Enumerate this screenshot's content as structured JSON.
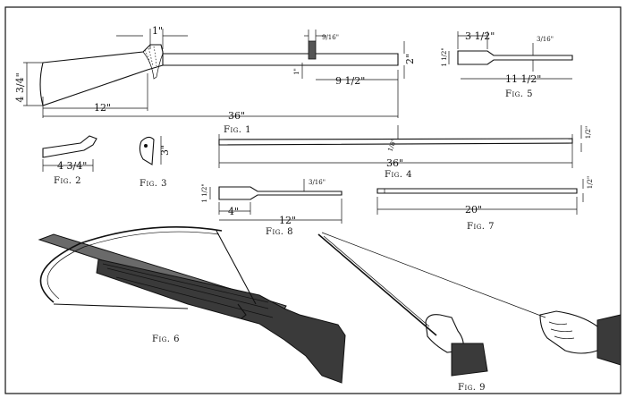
{
  "figures": {
    "fig1": {
      "caption": "Fig. 1",
      "dims": {
        "butt_height": "4 3/4\"",
        "grip_width": "1\"",
        "stock_length": "12\"",
        "overall": "36\"",
        "slot_length": "9 1/2\"",
        "slot_width": "9/16\"",
        "slot_depth": "1\"",
        "bar_height": "2\""
      }
    },
    "fig2": {
      "caption": "Fig. 2",
      "dims": {
        "length": "4 3/4\""
      }
    },
    "fig3": {
      "caption": "Fig. 3",
      "dims": {
        "height": "3\""
      }
    },
    "fig4": {
      "caption": "Fig. 4",
      "dims": {
        "length": "36\"",
        "end": "1/2\"",
        "depth": "1/8\""
      }
    },
    "fig5": {
      "caption": "Fig. 5",
      "dims": {
        "head": "3 1/2\"",
        "head_width": "1 1/2\"",
        "shaft": "11 1/2\"",
        "shaft_width": "3/16\""
      }
    },
    "fig6": {
      "caption": "Fig. 6"
    },
    "fig7": {
      "caption": "Fig. 7",
      "dims": {
        "length": "20\"",
        "end": "1/2\""
      }
    },
    "fig8": {
      "caption": "Fig. 8",
      "dims": {
        "head_width": "1 1/2\"",
        "head": "4\"",
        "overall": "12\"",
        "shaft_width": "3/16\""
      }
    },
    "fig9": {
      "caption": "Fig. 9"
    }
  }
}
